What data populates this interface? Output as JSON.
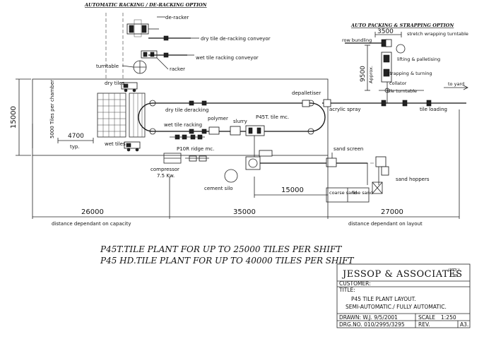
{
  "options": {
    "racking_header": "AUTOMATIC RACKING / DE-RACKING OPTION",
    "packing_header": "AUTO PACKING & STRAPPING OPTION"
  },
  "labels": {
    "de_racker": "de-racker",
    "dry_derack_conv": "dry tile de-racking conveyor",
    "wet_rack_conv": "wet tile racking conveyor",
    "turntable": "turntable",
    "racker": "racker",
    "dry_tiles": "dry tiles",
    "wet_tiles": "wet tiles",
    "tiles_per_chamber": "5000 Tiles per chamber",
    "typ_dim": "4700",
    "typ": "typ.",
    "dry_deracking": "dry tile deracking",
    "wet_racking": "wet tile racking",
    "polymer": "polymer",
    "slurry": "slurry",
    "tile_mc": "P45T. tile mc.",
    "depalletiser": "depalletiser",
    "acrylic_spray": "acrylic spray",
    "ridge_mc": "P10R ridge mc.",
    "compressor": "compressor",
    "compressor_kw": "7.5 Kw.",
    "cement_silo": "cement silo",
    "sand_screen": "sand screen",
    "sand_hoppers": "sand hoppers",
    "coarse_sand": "coarse sand",
    "fine_sand": "fine sand",
    "row_bundling": "row bundling",
    "stretch_wrapping": "stretch wrapping turntable",
    "lifting_palletising": "lifting & palletising",
    "strapping_turning": "strapping & turning",
    "collator": "collator",
    "tile_turntable": "tile turntable",
    "to_yard": "to yard",
    "tile_loading": "tile loading",
    "approx": "Approx.",
    "packing_width": "3500",
    "packing_height": "9500"
  },
  "dimensions": {
    "height": "15000",
    "d1": "26000",
    "d2": "35000",
    "d3": "27000",
    "d4": "15000",
    "note_left": "distance dependant on capacity",
    "note_right": "distance dependant on layout"
  },
  "captions": {
    "line1": "P45T.TILE PLANT FOR UP TO 25000 TILES PER SHIFT",
    "line2": "P45 HD.TILE PLANT FOR UP TO 40000 TILES PER SHIFT"
  },
  "title_block": {
    "company": "JESSOP & ASSOCIATES",
    "suffix_top": "(PTY.)",
    "suffix_bottom": "LTD.",
    "customer_label": "CUSTOMER:",
    "title_label": "TITLE:",
    "title_line1": "P45 TILE PLANT LAYOUT.",
    "title_line2": "SEMI-AUTOMATIC./ FULLY AUTOMATIC.",
    "drawn": "DRAWN:  W.J.  9/5/2001",
    "scale_label": "SCALE",
    "scale_value": "1:250",
    "drg_no": "DRG.NO. 010/2995/3295",
    "rev": "REV.",
    "size": "A3."
  }
}
